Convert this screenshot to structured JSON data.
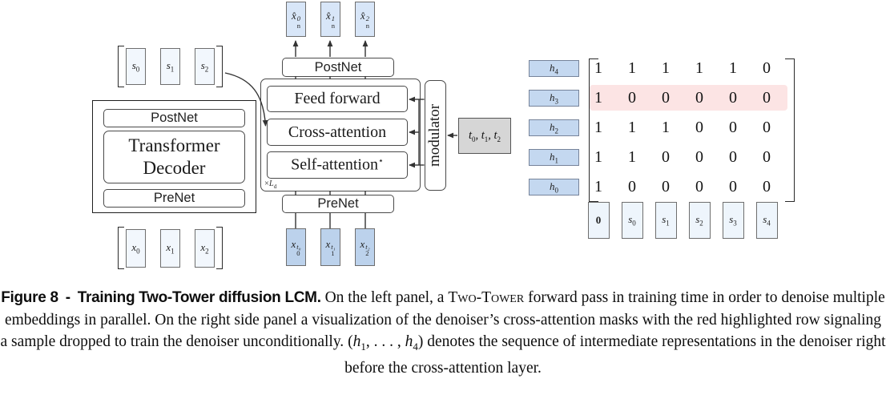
{
  "colors": {
    "vector_fill_pale": "#f2f7fd",
    "vector_fill_light_blue": "#d8e6f8",
    "vector_fill_blue": "#bcd2ec",
    "h_label_fill": "#c4d8f0",
    "highlight_pink": "#fce4e4",
    "timestep_fill": "#d6d6d6"
  },
  "left_tower": {
    "top_vectors": [
      {
        "base": "s",
        "sub": "0"
      },
      {
        "base": "s",
        "sub": "1"
      },
      {
        "base": "s",
        "sub": "2"
      }
    ],
    "layers": [
      "PostNet",
      "Transformer Decoder",
      "PreNet"
    ],
    "bottom_vectors": [
      {
        "base": "x",
        "sub": "0"
      },
      {
        "base": "x",
        "sub": "1"
      },
      {
        "base": "x",
        "sub": "2"
      }
    ]
  },
  "denoiser": {
    "outputs": [
      {
        "base": "x̂",
        "sub": "n",
        "sup": "0"
      },
      {
        "base": "x̂",
        "sub": "n",
        "sup": "1"
      },
      {
        "base": "x̂",
        "sub": "n",
        "sup": "2"
      }
    ],
    "postnet": "PostNet",
    "blocks": [
      {
        "label": "Feed forward",
        "sup": ""
      },
      {
        "label": "Cross-attention",
        "sup": ""
      },
      {
        "label": "Self-attention",
        "sup": "⋆"
      }
    ],
    "repeat_label": {
      "prefix": "×",
      "base": "L",
      "sub": "d"
    },
    "prenet": "PreNet",
    "inputs": [
      {
        "base": "x",
        "sub": "0",
        "sup": "t₀"
      },
      {
        "base": "x",
        "sub": "1",
        "sup": "t₁"
      },
      {
        "base": "x",
        "sub": "2",
        "sup": "t₂"
      }
    ],
    "modulator": "modulator",
    "timesteps": [
      {
        "base": "t",
        "sub": "0"
      },
      {
        "base": "t",
        "sub": "1"
      },
      {
        "base": "t",
        "sub": "2"
      }
    ]
  },
  "mask_panel": {
    "row_labels": [
      {
        "base": "h",
        "sub": "4"
      },
      {
        "base": "h",
        "sub": "3"
      },
      {
        "base": "h",
        "sub": "2"
      },
      {
        "base": "h",
        "sub": "1"
      },
      {
        "base": "h",
        "sub": "0"
      }
    ],
    "rows": [
      [
        1,
        1,
        1,
        1,
        1,
        0
      ],
      [
        1,
        0,
        0,
        0,
        0,
        0
      ],
      [
        1,
        1,
        1,
        0,
        0,
        0
      ],
      [
        1,
        1,
        0,
        0,
        0,
        0
      ],
      [
        1,
        0,
        0,
        0,
        0,
        0
      ]
    ],
    "highlighted_row_index": 1,
    "col_labels": [
      {
        "base": "0",
        "bold": true
      },
      {
        "base": "s",
        "sub": "0"
      },
      {
        "base": "s",
        "sub": "1"
      },
      {
        "base": "s",
        "sub": "2"
      },
      {
        "base": "s",
        "sub": "3"
      },
      {
        "base": "s",
        "sub": "4"
      }
    ]
  },
  "caption": {
    "fig_label": "Figure 8",
    "sep": "-",
    "bold_title": "Training Two-Tower diffusion LCM.",
    "t1": " On the left panel, a ",
    "sc": "Two-Tower",
    "t2": " forward pass in training time in order to denoise multiple embeddings in parallel. On the right side panel a visualization of the denoiser’s cross-attention masks with the red highlighted row signaling a sample dropped to train the denoiser unconditionally. ",
    "math_open": "(",
    "math_h1": "h",
    "math_sub1": "1",
    "math_mid": ", . . . , ",
    "math_h2": "h",
    "math_sub2": "4",
    "math_close": ")",
    "t3": " denotes the sequence of intermediate representations in the denoiser right before the cross-attention layer."
  }
}
